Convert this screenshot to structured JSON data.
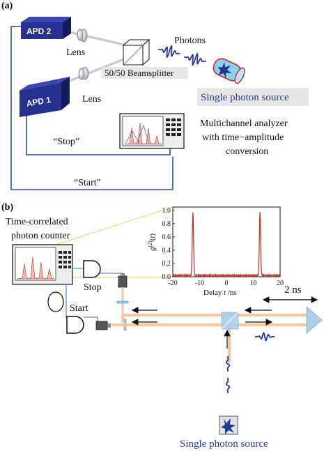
{
  "panel_a": {
    "label": "(a)",
    "apd2_label": "APD 2",
    "apd1_label": "APD 1",
    "lens_top_label": "Lens",
    "lens_bottom_label": "Lens",
    "beamsplitter_label": "50/50 Beamsplitter",
    "photons_label": "Photons",
    "source_label": "Single photon source",
    "analyzer_label_1": "Multichannel analyzer",
    "analyzer_label_2": "with time−amplitude",
    "analyzer_label_3": "conversion",
    "stop_label": "“Stop”",
    "start_label": "“Start”"
  },
  "panel_b": {
    "label": "(b)",
    "counter_label_1": "Time-correlated",
    "counter_label_2": "photon counter",
    "stop_label": "Stop",
    "start_label": "Start",
    "delay_label": "2 ns",
    "source_label": "Single photon source"
  },
  "chart_data": {
    "type": "line",
    "xlabel": "Delay t /ns",
    "ylabel": "g(2)(t)",
    "xlim": [
      -20,
      20
    ],
    "ylim": [
      0,
      1.05
    ],
    "xticks": [
      -20,
      -10,
      0,
      10,
      20
    ],
    "yticks": [
      0.0,
      0.2,
      0.4,
      0.6,
      0.8,
      1.0
    ],
    "ytick_labels": [
      "0.0",
      "0.2",
      "0.4",
      "0.6",
      "0.8",
      "1.0"
    ],
    "line_color": "#c0392b",
    "baseline": 0.02,
    "peaks": [
      {
        "x": -12.5,
        "y": 0.97,
        "width_ns": 0.55
      },
      {
        "x": 12.5,
        "y": 0.97,
        "width_ns": 0.55
      }
    ]
  },
  "colors": {
    "apd_blue": "#27308f",
    "wire_blue": "#2a49a8",
    "beam_orange": "#f6c7a1",
    "beam_blue": "#7fb8e0",
    "photon_blue": "#2636a8",
    "chart_red": "#c0392b",
    "label_bg": "#e8e6e6"
  }
}
